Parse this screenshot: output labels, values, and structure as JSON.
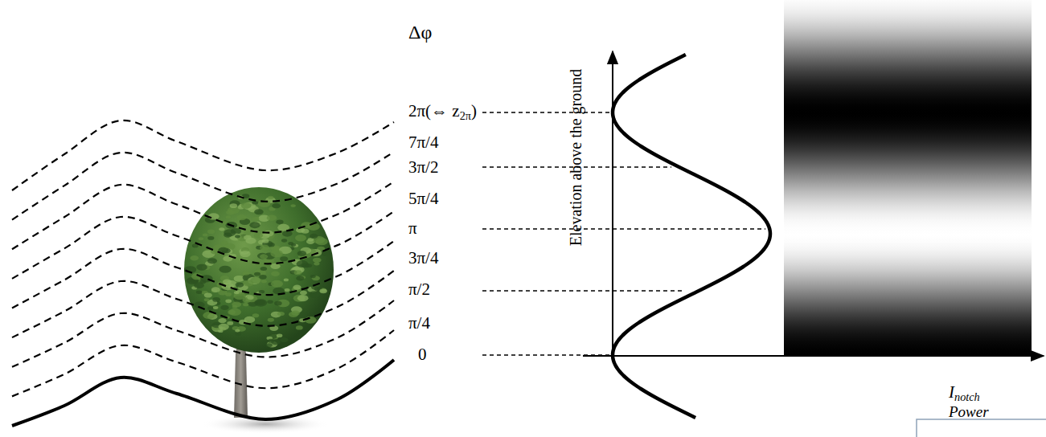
{
  "diagram": {
    "labels": [
      "Δφ",
      "2π(⇔ z",
      "2π",
      ")",
      "7π/4",
      "3π/2",
      "5π/4",
      "π",
      "3π/4",
      "π/2",
      "π/4",
      "0",
      "Elevation above the ground",
      "I",
      "notch",
      "Power"
    ]
  }
}
